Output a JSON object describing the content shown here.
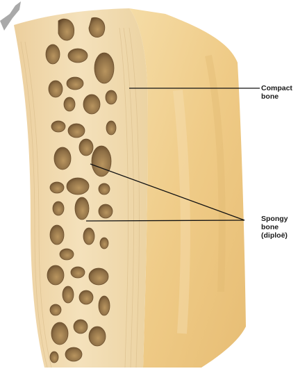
{
  "labels": {
    "compact": {
      "lines": [
        "Compact",
        "bone"
      ]
    },
    "spongy": {
      "lines": [
        "Spongy",
        "bone",
        "(diploë)"
      ]
    }
  },
  "colors": {
    "bone_face": "#f0dcb0",
    "bone_side": "#f1cf8a",
    "cavity": "#8f7046",
    "leader_line": "#111111",
    "arrow": "#a9a9a9"
  }
}
